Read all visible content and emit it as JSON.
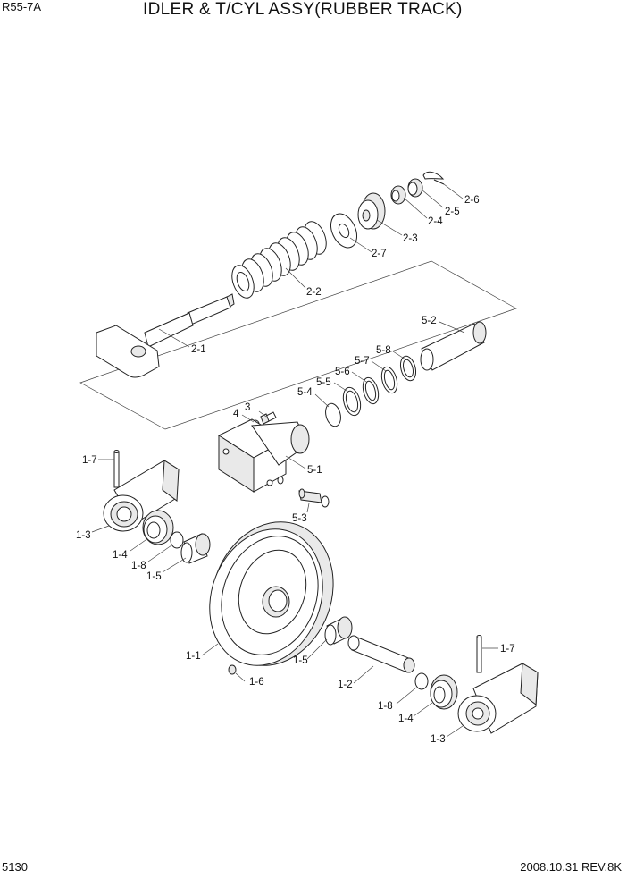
{
  "header": {
    "model": "R55-7A",
    "title": "IDLER & T/CYL ASSY(RUBBER TRACK)"
  },
  "footer": {
    "page": "5130",
    "revision": "2008.10.31 REV.8K"
  },
  "labels": [
    {
      "id": "2-6",
      "text": "2-6"
    },
    {
      "id": "2-5",
      "text": "2-5"
    },
    {
      "id": "2-4",
      "text": "2-4"
    },
    {
      "id": "2-3",
      "text": "2-3"
    },
    {
      "id": "2-7",
      "text": "2-7"
    },
    {
      "id": "2-2",
      "text": "2-2"
    },
    {
      "id": "2-1",
      "text": "2-1"
    },
    {
      "id": "5-2",
      "text": "5-2"
    },
    {
      "id": "5-8",
      "text": "5-8"
    },
    {
      "id": "5-7",
      "text": "5-7"
    },
    {
      "id": "5-6",
      "text": "5-6"
    },
    {
      "id": "5-5",
      "text": "5-5"
    },
    {
      "id": "5-4",
      "text": "5-4"
    },
    {
      "id": "3",
      "text": "3"
    },
    {
      "id": "4",
      "text": "4"
    },
    {
      "id": "5-1",
      "text": "5-1"
    },
    {
      "id": "5-3",
      "text": "5-3"
    },
    {
      "id": "1-7a",
      "text": "1-7"
    },
    {
      "id": "1-3a",
      "text": "1-3"
    },
    {
      "id": "1-4a",
      "text": "1-4"
    },
    {
      "id": "1-8a",
      "text": "1-8"
    },
    {
      "id": "1-5a",
      "text": "1-5"
    },
    {
      "id": "1-1",
      "text": "1-1"
    },
    {
      "id": "1-6",
      "text": "1-6"
    },
    {
      "id": "1-5b",
      "text": "1-5"
    },
    {
      "id": "1-2",
      "text": "1-2"
    },
    {
      "id": "1-7b",
      "text": "1-7"
    },
    {
      "id": "1-8b",
      "text": "1-8"
    },
    {
      "id": "1-4b",
      "text": "1-4"
    },
    {
      "id": "1-3b",
      "text": "1-3"
    }
  ]
}
